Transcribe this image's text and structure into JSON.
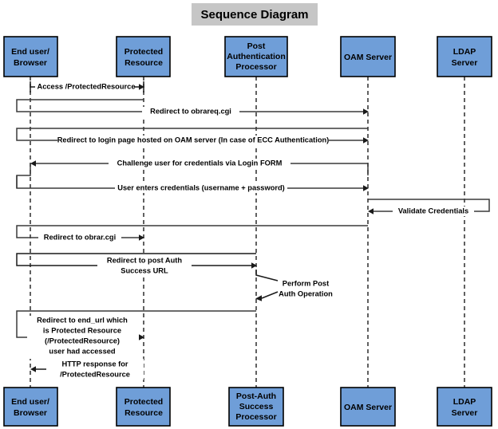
{
  "title": {
    "text": "Sequence Diagram"
  },
  "colors": {
    "actor_fill": "#6f9ed8",
    "actor_border": "#000000",
    "title_bg": "#c6c6c6",
    "line": "#3a3a3a",
    "page_bg": "#ffffff"
  },
  "actors_top": [
    {
      "id": "browser",
      "label": "End user/\nBrowser"
    },
    {
      "id": "resource",
      "label": "Protected\nResource"
    },
    {
      "id": "postauth",
      "label": "Post\nAuthentication\nProcessor"
    },
    {
      "id": "oam",
      "label": "OAM Server"
    },
    {
      "id": "ldap",
      "label": "LDAP\nServer"
    }
  ],
  "actors_bottom": [
    {
      "id": "browser",
      "label": "End user/\nBrowser"
    },
    {
      "id": "resource",
      "label": "Protected\nResource"
    },
    {
      "id": "postauth",
      "label": "Post-Auth\nSuccess\nProcessor"
    },
    {
      "id": "oam",
      "label": "OAM Server"
    },
    {
      "id": "ldap",
      "label": "LDAP\nServer"
    }
  ],
  "messages": [
    {
      "seq": 1,
      "label": "Access /ProtectedResource",
      "from": "browser",
      "to": "resource",
      "direction": "right"
    },
    {
      "seq": 2,
      "label": "Redirect to obrareq.cgi",
      "from": "browser",
      "to": "oam",
      "direction": "right"
    },
    {
      "seq": 3,
      "label": "Redirect to login page hosted on OAM server (In case of ECC Authentication)",
      "from": "browser",
      "to": "oam",
      "direction": "right"
    },
    {
      "seq": 4,
      "label": "Challenge user for credentials via Login FORM",
      "from": "oam",
      "to": "browser",
      "direction": "left"
    },
    {
      "seq": 5,
      "label": "User enters credentials (username + password)",
      "from": "browser",
      "to": "oam",
      "direction": "right"
    },
    {
      "seq": 6,
      "label": "Validate Credentials",
      "from": "oam",
      "to": "oam",
      "direction": "left",
      "self_loop": true
    },
    {
      "seq": 7,
      "label": "Redirect to obrar.cgi",
      "from": "browser",
      "to": "resource",
      "direction": "right"
    },
    {
      "seq": 8,
      "label": "Redirect to post Auth\nSuccess URL",
      "from": "browser",
      "to": "postauth",
      "direction": "right"
    },
    {
      "seq": 9,
      "label": "Perform Post\nAuth Operation",
      "from": "postauth",
      "to": "postauth",
      "direction": "left",
      "self_loop": true
    },
    {
      "seq": 10,
      "label": "Redirect to end_url which\nis Protected Resource\n(/ProtectedResource)\nuser had accessed",
      "from": "browser",
      "to": "resource",
      "direction": "right"
    },
    {
      "seq": 11,
      "label": "HTTP response for\n/ProtectedResource",
      "from": "resource",
      "to": "browser",
      "direction": "left"
    }
  ],
  "message_labels": {
    "m1": "Access /ProtectedResource",
    "m2": "Redirect to obrareq.cgi",
    "m3": "Redirect to login page hosted on OAM server (In case of ECC Authentication)",
    "m4": "Challenge user for credentials via Login FORM",
    "m5": "User enters credentials (username + password)",
    "m6": "Validate Credentials",
    "m7": "Redirect to obrar.cgi",
    "m8_line1": "Redirect to post Auth",
    "m8_line2": "Success URL",
    "m9_line1": "Perform Post",
    "m9_line2": "Auth Operation",
    "m10_line1": "Redirect to end_url which",
    "m10_line2": "is Protected Resource",
    "m10_line3": "(/ProtectedResource)",
    "m10_line4": "user had accessed",
    "m11_line1": "HTTP response for",
    "m11_line2": "/ProtectedResource"
  },
  "actor_label_lines": {
    "browser_1": "End user/",
    "browser_2": "Browser",
    "resource_1": "Protected",
    "resource_2": "Resource",
    "postauth_top_1": "Post",
    "postauth_top_2": "Authentication",
    "postauth_top_3": "Processor",
    "postauth_bot_1": "Post-Auth",
    "postauth_bot_2": "Success",
    "postauth_bot_3": "Processor",
    "oam_1": "OAM Server",
    "ldap_1": "LDAP",
    "ldap_2": "Server"
  }
}
